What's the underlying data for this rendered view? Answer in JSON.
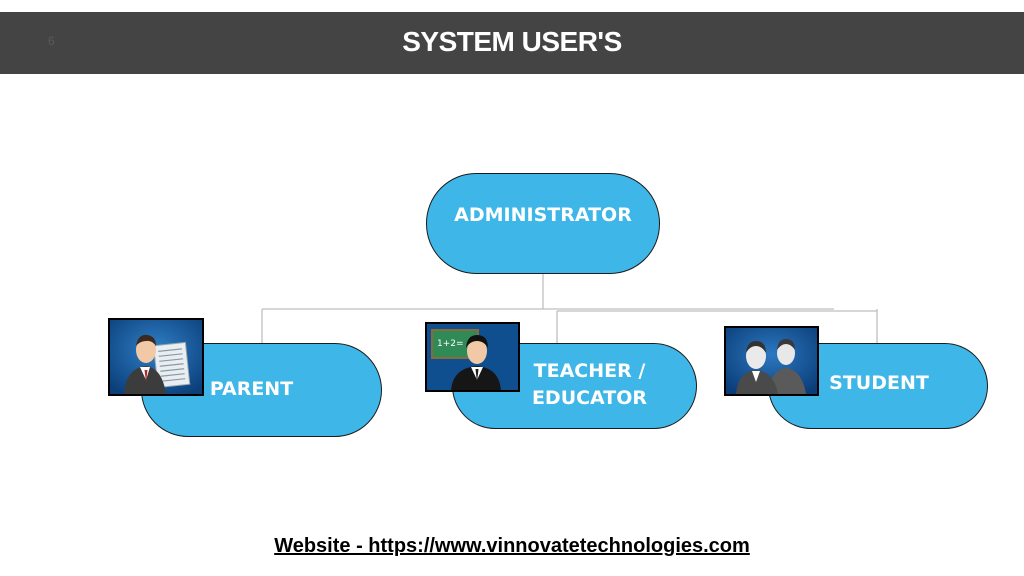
{
  "header": {
    "title": "SYSTEM USER'S",
    "slide_number": "6"
  },
  "diagram": {
    "root": {
      "label": "ADMINISTRATOR"
    },
    "children": [
      {
        "label": "PARENT",
        "icon": "parent-with-document-icon"
      },
      {
        "label_line1": "TEACHER /",
        "label_line2": "EDUCATOR",
        "icon": "teacher-at-chalkboard-icon"
      },
      {
        "label": "STUDENT",
        "icon": "students-group-icon"
      }
    ],
    "colors": {
      "node_fill": "#3fb6e8",
      "node_border": "#1b1b1b",
      "connector": "#bfbfbf",
      "title_bar": "#444444",
      "icon_bg": "#0e4b8c"
    }
  },
  "footer": {
    "website": "Website - https://www.vinnovatetechnologies.com"
  }
}
